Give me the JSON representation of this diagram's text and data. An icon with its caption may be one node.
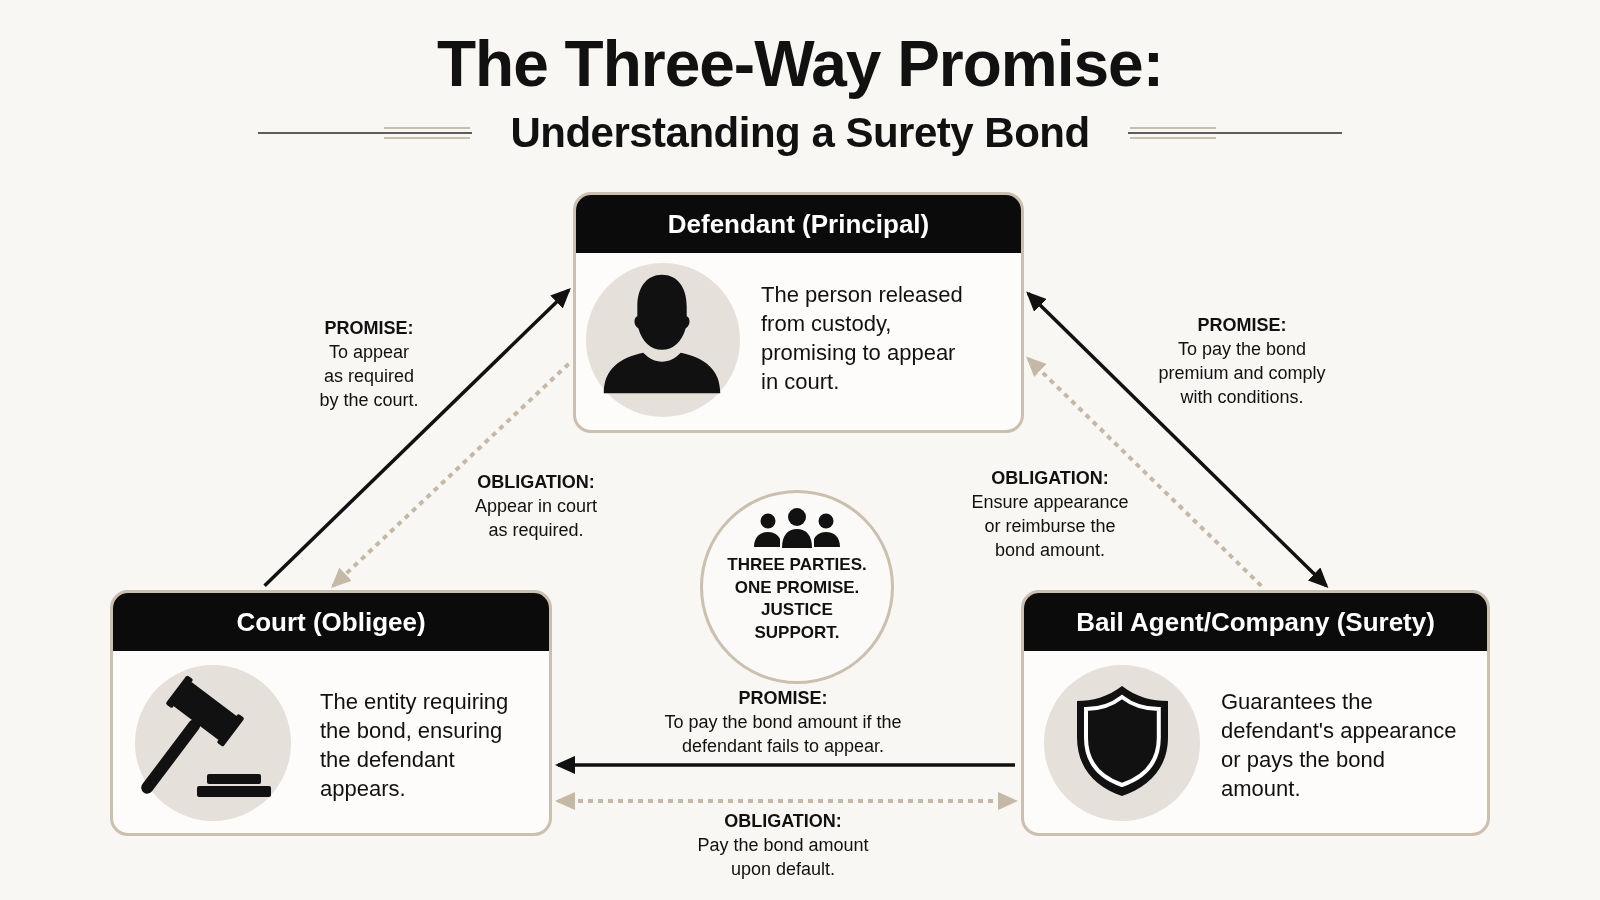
{
  "diagram": {
    "title": "The Three-Way Promise:",
    "nodes": [
      {
        "text": [
          "Defendant (Principal)",
          "The person released from custody, promising to appear in court."
        ]
      },
      {
        "text": [
          "THREE PARTIES. ONE PROMISE. JUSTICE SUPPORT."
        ]
      },
      {
        "text": [
          "Court (Obligee)",
          "The entity requiring the bond, ensuring the defendant appears."
        ]
      },
      {
        "text": [
          "Bail Agent/Company (Surety)",
          "Guarantees the defendant's appearance or pays the bond amount."
        ]
      }
    ],
    "edges": [
      {
        "from": 2,
        "to": 0,
        "arrow": "to",
        "label": "**PROMISE:** To appear as required by the court."
      },
      {
        "from": 0,
        "to": 2,
        "arrow": "to",
        "style": "dashed",
        "color": "#c5b8a5",
        "label": "**OBLIGATION:** Appear in court as required."
      },
      {
        "from": 0,
        "to": 3,
        "arrow": "both",
        "label": "**PROMISE:** To pay the bond premium and comply with conditions."
      },
      {
        "from": 3,
        "to": 0,
        "arrow": "to",
        "style": "dashed",
        "color": "#c5b8a5",
        "label": "**OBLIGATION:** Ensure appearance or reimburse the bond amount."
      },
      {
        "from": 3,
        "to": 2,
        "arrow": "to",
        "label": "**PROMISE:** To pay the bond amount if the defendant fails to appear."
      },
      {
        "from": 2,
        "to": 3,
        "arrow": "both",
        "style": "dashed",
        "color": "#c5b8a5",
        "label": "**OBLIGATION:** Pay the bond amount upon default."
      }
    ],
    "labels": [
      "Understanding a Surety Bond"
    ]
  }
}
